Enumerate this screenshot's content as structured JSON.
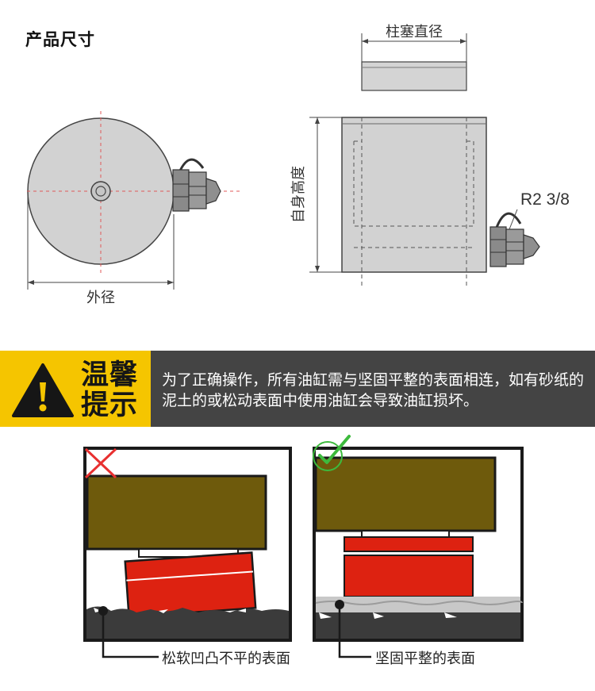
{
  "section_title": "产品尺寸",
  "dimensions": {
    "piston_diameter": "柱塞直径",
    "self_height": "自身高度",
    "outer_diameter": "外径",
    "port_thread": "R2 3/8"
  },
  "warning": {
    "title_line1": "温馨",
    "title_line2": "提示",
    "text": "为了正确操作，所有油缸需与坚固平整的表面相连，如有砂纸的泥土的或松动表面中使用油缸会导致油缸损坏。"
  },
  "illustrations": {
    "wrong_caption": "松软凹凸不平的表面",
    "right_caption": "坚固平整的表面"
  },
  "colors": {
    "banner_yellow": "#f5c500",
    "banner_dark": "#444444",
    "load_block": "#6e5a0c",
    "cylinder_red": "#dd2211",
    "wrong_mark": "#e83030",
    "right_mark": "#3dba3d"
  }
}
